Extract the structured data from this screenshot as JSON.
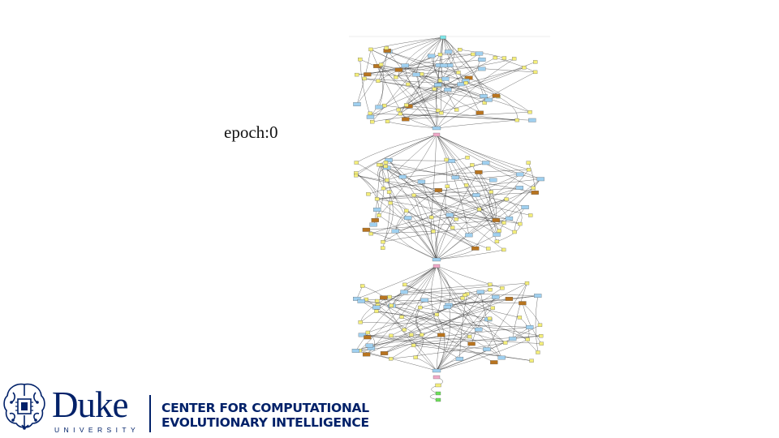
{
  "slide": {
    "epoch_label": "epoch:0"
  },
  "logo": {
    "wordmark": "Duke",
    "university": "UNIVERSITY",
    "center_line1": "CENTER FOR COMPUTATIONAL",
    "center_line2": "EVOLUTIONARY INTELLIGENCE",
    "brain_icon": "brain-circuit-icon",
    "brand_color": "#012169"
  },
  "graph": {
    "description_icon": "neural-architecture-graph",
    "node_colors": {
      "input": "#7fe8ea",
      "op": "#f4ee7a",
      "conv": "#9fd0f0",
      "pool": "#b8741f",
      "concat": "#f0a8c8",
      "output": "#6de05a"
    }
  }
}
